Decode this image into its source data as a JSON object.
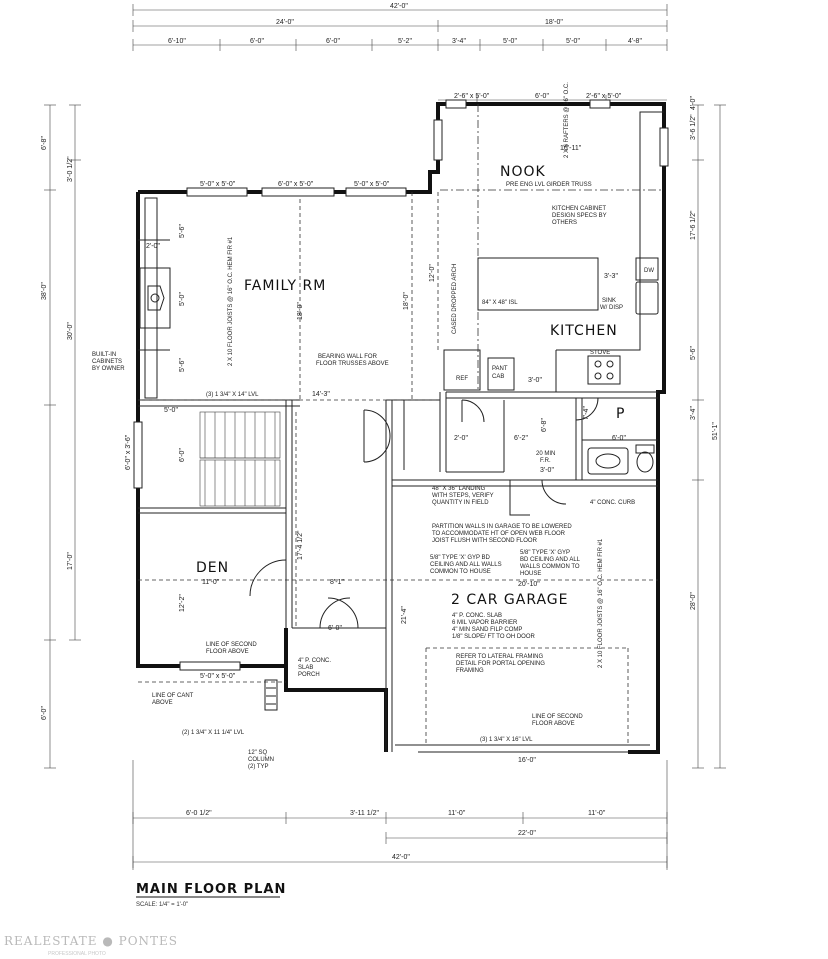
{
  "drawing": {
    "title": "MAIN FLOOR PLAN",
    "scale": "SCALE:   1/4\" = 1'-0\""
  },
  "rooms": {
    "family": "FAMILY RM",
    "nook": "NOOK",
    "kitchen": "KITCHEN",
    "den": "DEN",
    "garage": "2 CAR GARAGE",
    "powder": "P"
  },
  "labels": {
    "stove": "STOVE",
    "ref": "REF",
    "pantry_1": "PANT",
    "pantry_2": "CAB",
    "dw": "DW",
    "sink_1": "SINK",
    "sink_2": "W/ DISP",
    "island": "84\" X 48\" ISL",
    "truss": "PRE ENG LVL GIRDER TRUSS",
    "kitchen_spec_1": "KITCHEN CABINET",
    "kitchen_spec_2": "DESIGN SPECS BY",
    "kitchen_spec_3": "OTHERS",
    "arch": "CASED DROPPED ARCH",
    "joists_family": "2 X 10 FLOOR JOISTS @ 16\" O.C. HEM FIR #1",
    "joists_garage": "2 X 10 FLOOR JOISTS @ 16\" O.C. HEM FIR #1",
    "rafters": "2 X 6 RAFTERS @ 16\" O.C.",
    "bearing_1": "BEARING WALL FOR",
    "bearing_2": "FLOOR TRUSSES ABOVE",
    "lvl_stair": "(3) 1 3/4\" X 14\" LVL",
    "builtin_1": "BUILT-IN",
    "builtin_2": "CABINETS",
    "builtin_3": "BY OWNER",
    "landing_1": "48\" X 36\" LANDING",
    "landing_2": "WITH STEPS, VERIFY",
    "landing_3": "QUANTITY IN FIELD",
    "curb": "4\" CONC. CURB",
    "fr_1": "20 MIN",
    "fr_2": "F.R.",
    "partition_1": "PARTITION WALLS IN GARAGE TO BE LOWERED",
    "partition_2": "TO ACCOMMODATE HT OF OPEN WEB FLOOR",
    "partition_3": "JOIST FLUSH WITH SECOND FLOOR",
    "gyp_left_1": "5/8\" TYPE 'X' GYP BD",
    "gyp_left_2": "CEILING AND ALL WALLS",
    "gyp_left_3": "COMMON TO HOUSE",
    "gyp_right_1": "5/8\" TYPE 'X' GYP",
    "gyp_right_2": "BD CEILING AND ALL",
    "gyp_right_3": "WALLS COMMON TO",
    "gyp_right_4": "HOUSE",
    "slab_1": "4\" P. CONC. SLAB",
    "slab_2": "6 MIL VAPOR BARRIER",
    "slab_3": "4\" MIN SAND FILP COMP",
    "slab_4": "1/8\" SLOPE/ FT TO OH DOOR",
    "lateral_1": "REFER TO LATERAL FRAMING",
    "lateral_2": "DETAIL FOR PORTAL OPENING",
    "lateral_3": "FRAMING",
    "second_floor_den_1": "LINE OF SECOND",
    "second_floor_den_2": "FLOOR ABOVE",
    "porch_1": "4\" P. CONC.",
    "porch_2": "SLAB",
    "porch_3": "PORCH",
    "cant_1": "LINE OF CANT",
    "cant_2": "ABOVE",
    "lvl_den": "(2) 1 3/4\" X 11 1/4\" LVL",
    "column_1": "12\" SQ",
    "column_2": "COLUMN",
    "column_3": "(2) TYP",
    "second_floor_garage_1": "LINE OF SECOND",
    "second_floor_garage_2": "FLOOR ABOVE",
    "lvl_garage": "(3) 1 3/4\" X 16\" LVL"
  },
  "dims": {
    "overall_top": "42'-0\"",
    "top_left": "24'-0\"",
    "top_right": "18'-0\"",
    "seg1": "6'-10\"",
    "seg2": "6'-0\"",
    "seg3": "6'-0\"",
    "seg4": "5'-2\"",
    "seg5": "3'-4\"",
    "seg6": "5'-0\"",
    "seg7": "5'-0\"",
    "seg8": "4'-8\"",
    "nook_win_l": "2'-6\" x 5'-0\"",
    "nook_mid": "6'-0\"",
    "nook_win_r": "2'-6\" x 5'-0\"",
    "fam_win_1": "5'-0\" x 5'-0\"",
    "fam_win_2": "6'-0\" x 5'-0\"",
    "fam_win_3": "5'-0\" x 5'-0\"",
    "nook_w": "16'-11\"",
    "fam_depth": "18'-0\"",
    "fam_depth_2": "18'-0\"",
    "open_12": "12'-0\"",
    "island_off": "3'-3\"",
    "fp_2": "2'-0\"",
    "fp_5a": "5'-6\"",
    "fp_5b": "5'-0\"",
    "fp_5c": "5'-6\"",
    "stair_14": "14'-3\"",
    "stair_5": "5'-0\"",
    "stair_6": "6'-0\"",
    "hall_3": "3'-0\"",
    "hall_6": "6'-2\"",
    "hall_6b": "6'-8\"",
    "hall_2": "2'-0\"",
    "pow_6": "6'-0\"",
    "pow_7": "7'-4\"",
    "fr_3": "3'-0\"",
    "den_11": "11'-0\"",
    "den_12": "12'-2\"",
    "den_8": "8'-1\"",
    "den_6": "6'-0\"",
    "den_win": "5'-0\" x 5'-0\"",
    "den_17": "17'-4 1/2\"",
    "gar_20": "20'-10\"",
    "gar_21": "21'-4\"",
    "gar_16": "16'-0\"",
    "bot_6": "6'-0 1/2\"",
    "bot_3": "3'-11 1/2\"",
    "bot_11a": "11'-0\"",
    "bot_11b": "11'-0\"",
    "bot_22": "22'-0\"",
    "bot_42": "42'-0\"",
    "left_6": "6'-8\"",
    "left_3": "3'-0 1/2\"",
    "left_30": "30'-0\"",
    "left_38": "38'-0\"",
    "left_17": "17'-0\"",
    "left_6b": "6'-0\"",
    "right_3": "3'-6 1/2\"",
    "right_4": "4'-0\"",
    "right_51": "51'-1\"",
    "right_17": "17'-6 1/2\"",
    "right_5": "5'-6\"",
    "right_3b": "3'-4\"",
    "right_28": "28'-0\"",
    "win_side": "6'-0\" x 3'-6\""
  },
  "watermark": {
    "brand": "REALESTATE ● PONTES",
    "tagline": "PROFESSIONAL PHOTO"
  }
}
